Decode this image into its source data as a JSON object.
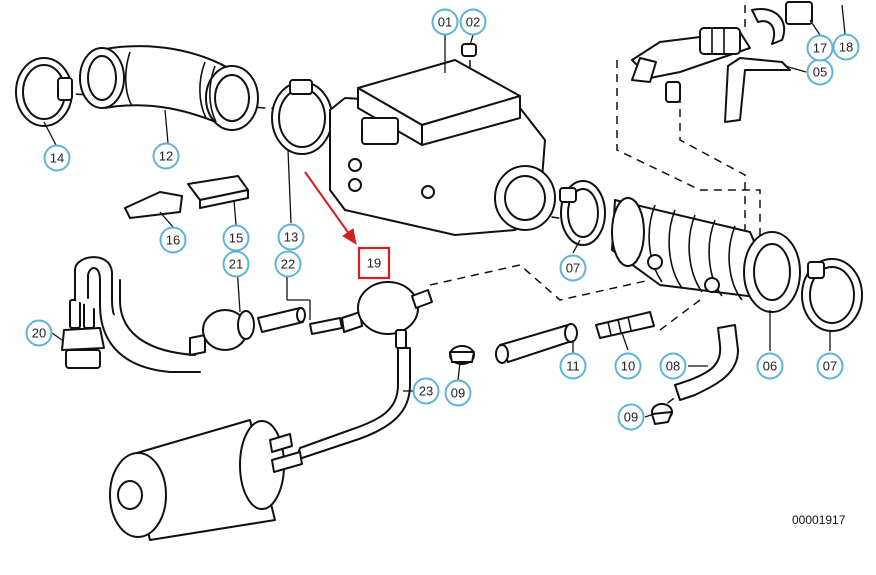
{
  "callouts": [
    {
      "label": "01"
    },
    {
      "label": "02"
    },
    {
      "label": "05"
    },
    {
      "label": "06"
    },
    {
      "label": "07"
    },
    {
      "label": "07"
    },
    {
      "label": "08"
    },
    {
      "label": "09"
    },
    {
      "label": "09"
    },
    {
      "label": "10"
    },
    {
      "label": "11"
    },
    {
      "label": "12"
    },
    {
      "label": "13"
    },
    {
      "label": "14"
    },
    {
      "label": "15"
    },
    {
      "label": "16"
    },
    {
      "label": "17"
    },
    {
      "label": "18"
    },
    {
      "label": "20"
    },
    {
      "label": "21"
    },
    {
      "label": "22"
    },
    {
      "label": "23"
    }
  ],
  "highlighted_callout": {
    "label": "19"
  },
  "drawing_number": "00001917",
  "colors": {
    "callout_border": "#5fb3d6",
    "highlight": "#d32020",
    "line_art": "#111111"
  }
}
